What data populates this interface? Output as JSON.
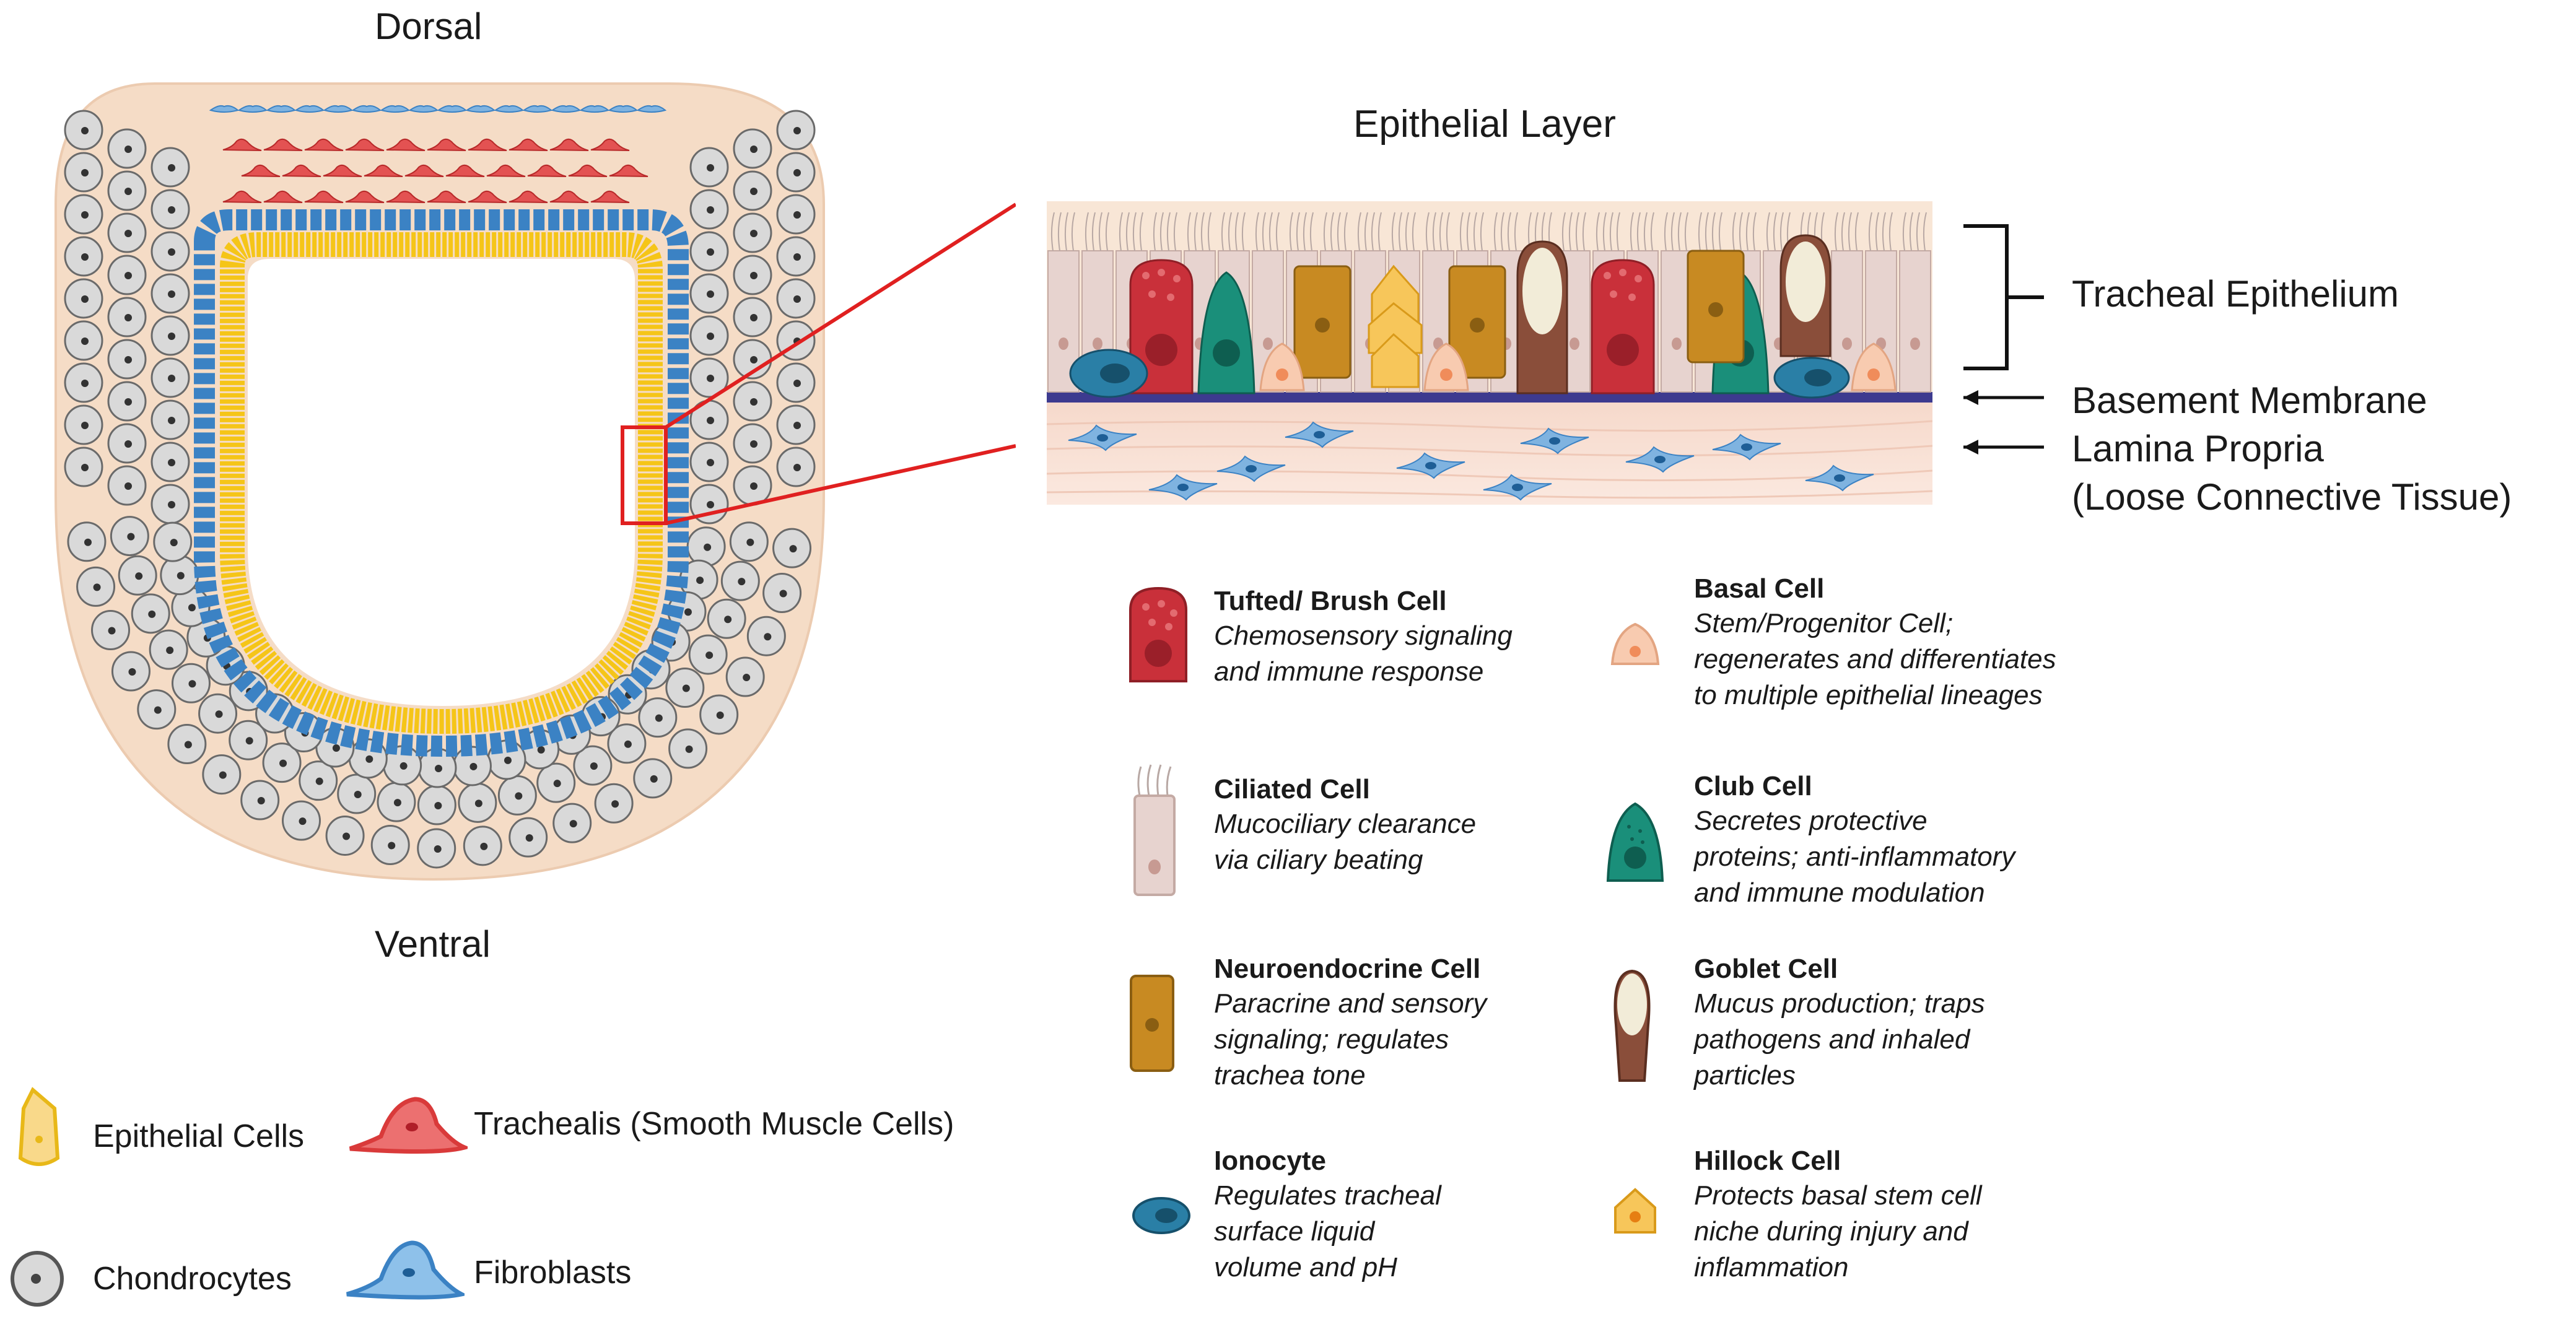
{
  "trachea": {
    "dorsal_label": "Dorsal",
    "ventral_label": "Ventral"
  },
  "epithelium": {
    "title": "Epithelial Layer",
    "labels": {
      "tracheal_epithelium": "Tracheal Epithelium",
      "basement_membrane": "Basement Membrane",
      "lamina_propria": "Lamina Propria",
      "lamina_propria_sub": "(Loose Connective Tissue)"
    }
  },
  "tissue_legend": [
    {
      "key": "epithelial",
      "label": "Epithelial Cells"
    },
    {
      "key": "trachealis",
      "label": "Trachealis (Smooth Muscle Cells)"
    },
    {
      "key": "chondrocytes",
      "label": "Chondrocytes"
    },
    {
      "key": "fibroblasts",
      "label": "Fibroblasts"
    }
  ],
  "cell_legend": [
    {
      "name": "Tufted/ Brush Cell",
      "desc": [
        "Chemosensory signaling",
        "and immune response"
      ]
    },
    {
      "name": "Basal Cell",
      "desc": [
        "Stem/Progenitor Cell;",
        "regenerates and differentiates",
        "to multiple epithelial lineages"
      ]
    },
    {
      "name": "Ciliated Cell",
      "desc": [
        "Mucociliary clearance",
        "via ciliary beating"
      ]
    },
    {
      "name": "Club Cell",
      "desc": [
        "Secretes protective",
        "proteins; anti-inflammatory",
        "and immune modulation"
      ]
    },
    {
      "name": "Neuroendocrine Cell",
      "desc": [
        "Paracrine and sensory",
        "signaling; regulates",
        "trachea tone"
      ]
    },
    {
      "name": "Goblet Cell",
      "desc": [
        "Mucus production; traps",
        "pathogens and inhaled",
        "particles"
      ]
    },
    {
      "name": "Ionocyte",
      "desc": [
        "Regulates tracheal",
        "surface liquid",
        "volume and pH"
      ]
    },
    {
      "name": "Hillock Cell",
      "desc": [
        "Protects basal stem cell",
        "niche during injury and",
        "inflammation"
      ]
    }
  ],
  "colors": {
    "tissue": "#f5dcc6",
    "cartilage_cell": "#d9d9d9",
    "epithelial_yellow": "#f5c518",
    "fibroblast_blue": "#3b82c4",
    "muscle_red": "#d93a3a",
    "tuft_red": "#c9303a",
    "club_green": "#1a8f7a",
    "neuro_gold": "#c88a22",
    "ionocyte_teal": "#2a7fa6",
    "goblet_brown": "#8a4e3a",
    "hillock_yellow": "#f7c65a",
    "basal_peach": "#f8cbb0",
    "ciliated_pink": "#e7d3cf",
    "basement_purple": "#3d3a8f",
    "highlight_red": "#e02020"
  }
}
